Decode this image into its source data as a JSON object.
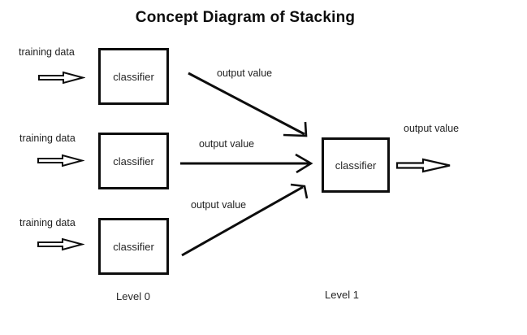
{
  "title": "Concept Diagram of Stacking",
  "rows": [
    {
      "input_label": "training data",
      "classifier_label": "classifier",
      "output_label": "output value"
    },
    {
      "input_label": "training data",
      "classifier_label": "classifier",
      "output_label": "output value"
    },
    {
      "input_label": "training data",
      "classifier_label": "classifier",
      "output_label": "output value"
    }
  ],
  "meta": {
    "classifier_label": "classifier",
    "output_label": "output value"
  },
  "levels": {
    "level0": "Level 0",
    "level1": "Level 1"
  },
  "icons": {
    "input_arrow": "block-arrow-right",
    "final_output_arrow": "block-arrow-right",
    "connectors": "open-head-arrow"
  },
  "colors": {
    "ink": "#0d0d0d",
    "text": "#262626",
    "background": "#ffffff"
  }
}
